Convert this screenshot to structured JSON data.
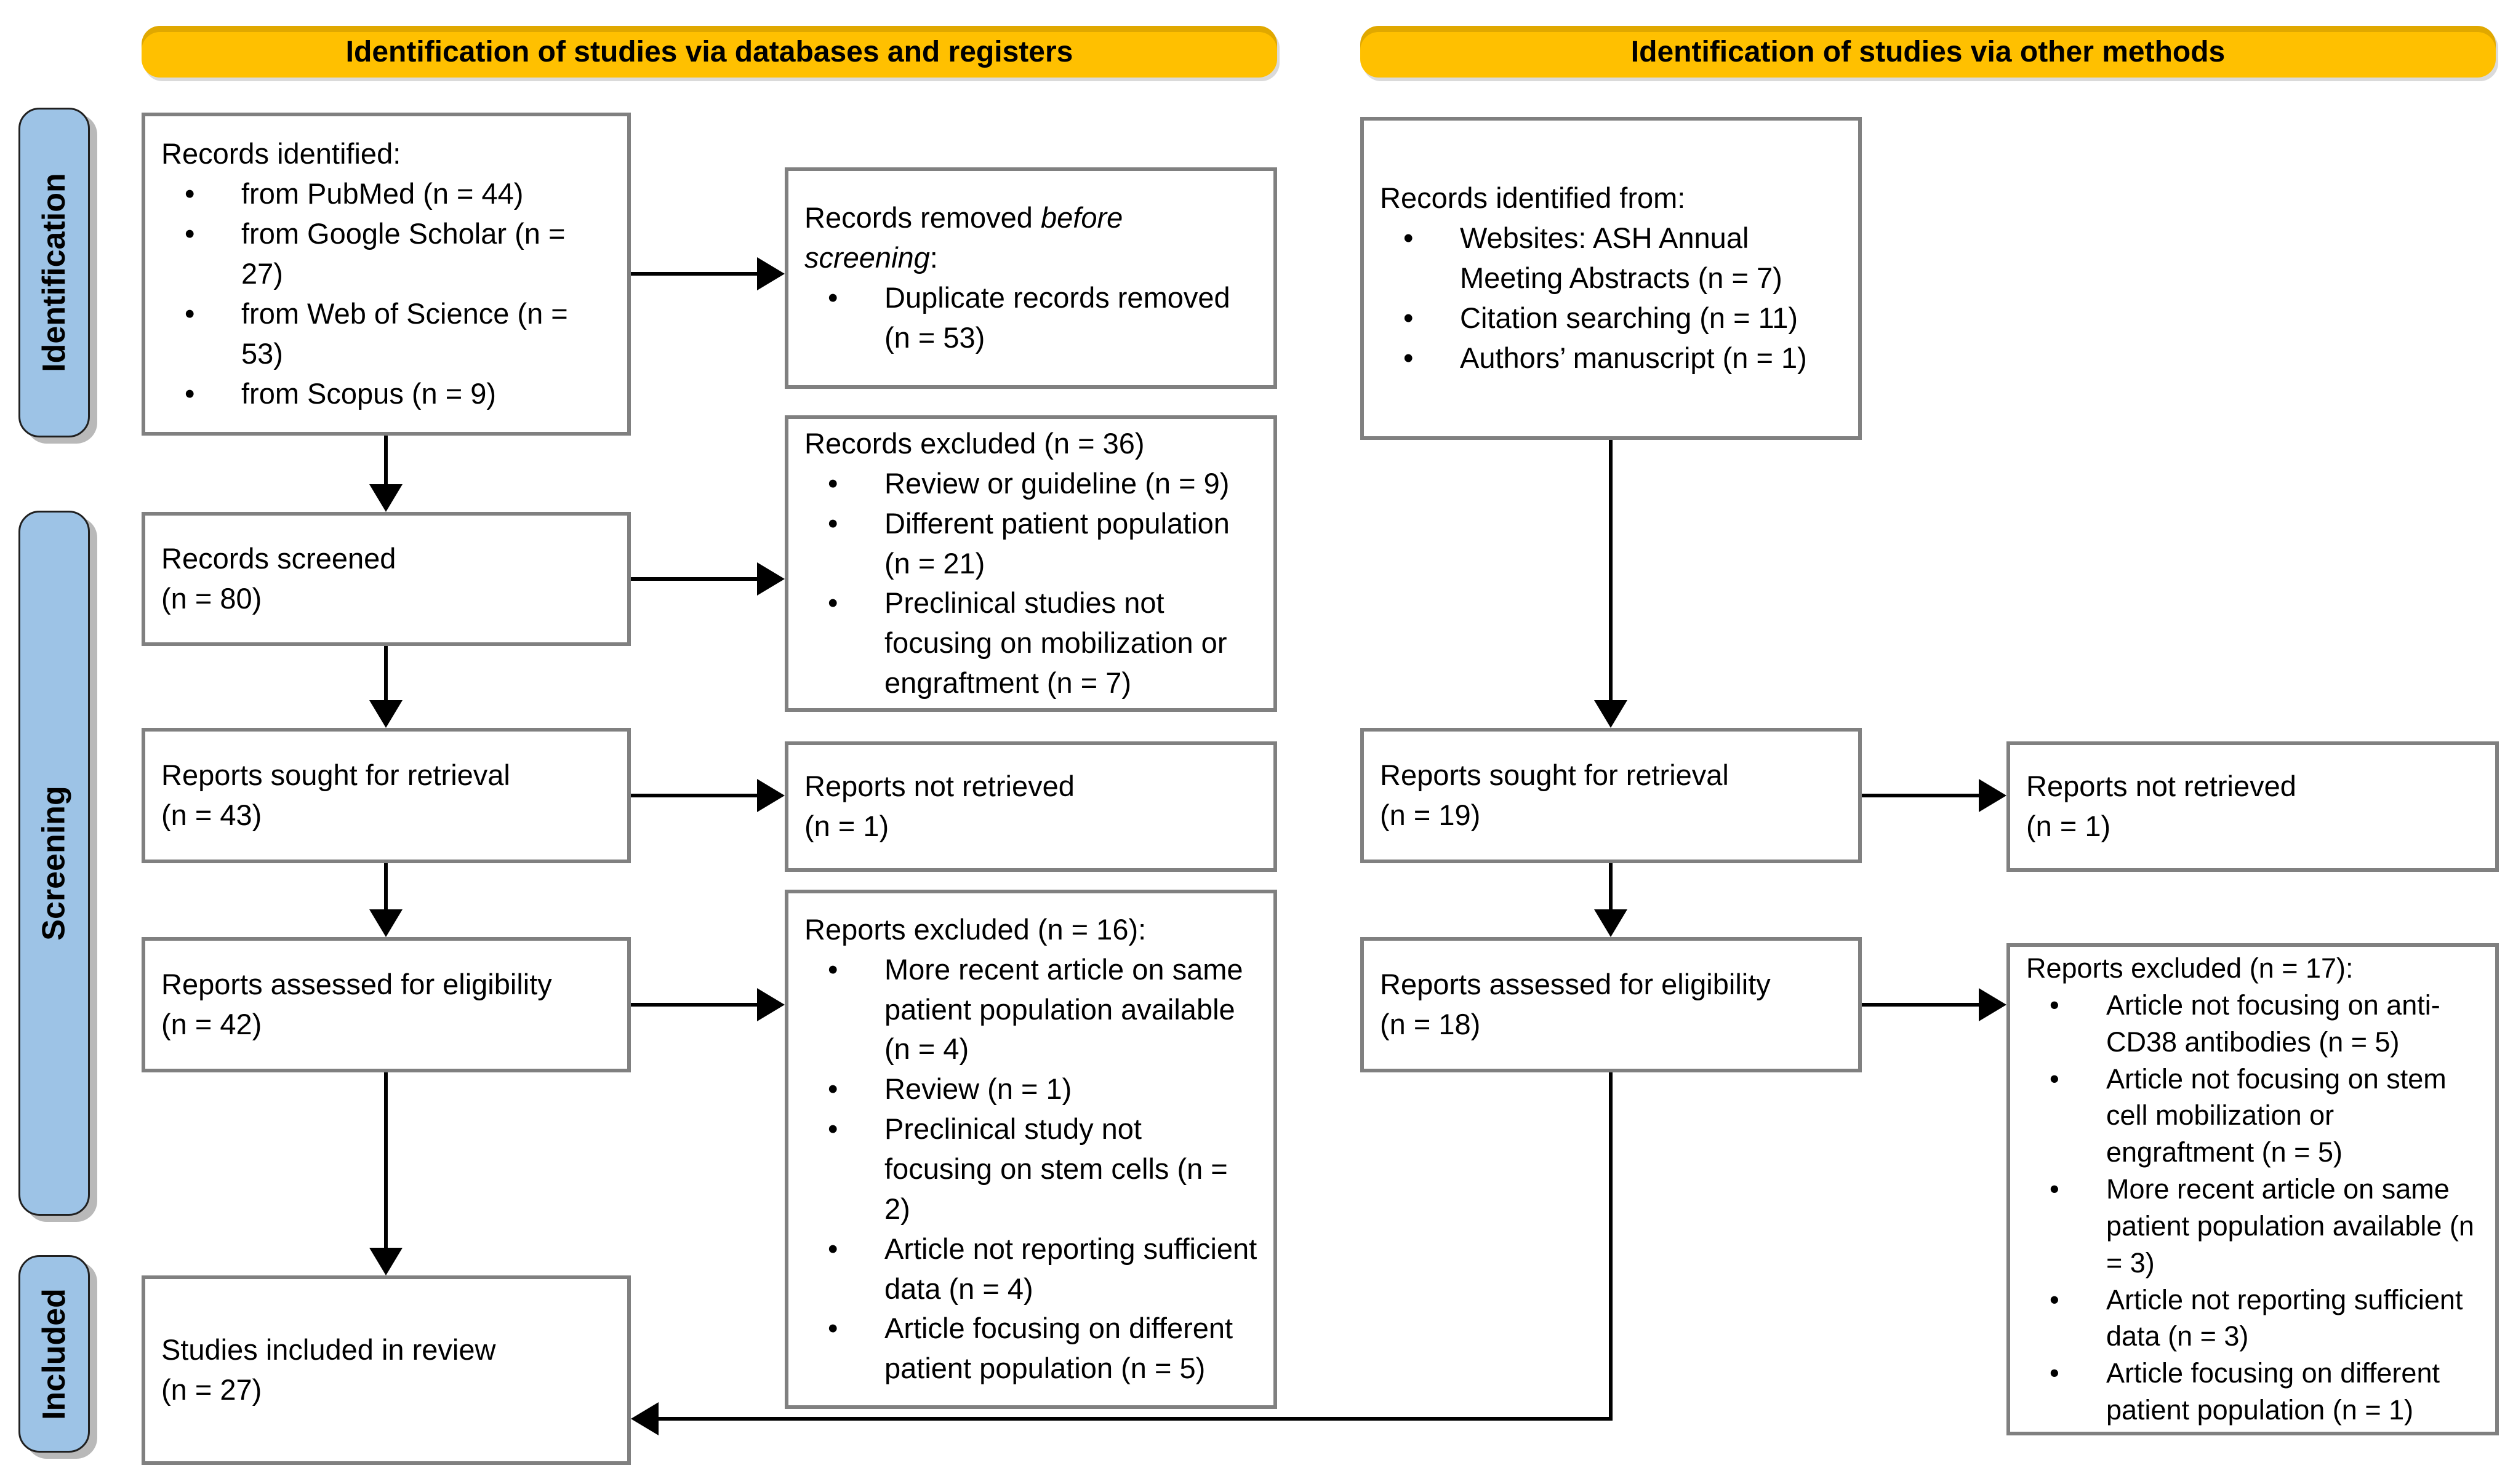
{
  "colors": {
    "header_bg": "#FFC000",
    "sidebar_bg": "#9DC3E6",
    "box_border": "#808080",
    "arrow": "#000000",
    "text": "#000000",
    "background": "#FFFFFF"
  },
  "headers": {
    "left": "Identification of studies via databases and registers",
    "right": "Identification of studies via other methods"
  },
  "sidebar": {
    "identification": "Identification",
    "screening": "Screening",
    "included": "Included"
  },
  "boxes": {
    "records_identified": {
      "title": "Records identified:",
      "bullets": [
        "from PubMed (n = 44)",
        "from Google Scholar (n = 27)",
        "from Web of Science (n = 53)",
        "from Scopus (n = 9)"
      ]
    },
    "records_removed": {
      "title_prefix": "Records removed ",
      "title_italic": "before screening",
      "title_suffix": ":",
      "bullets": [
        "Duplicate records removed (n = 53)"
      ]
    },
    "records_screened": {
      "line1": "Records screened",
      "line2": "(n = 80)"
    },
    "records_excluded": {
      "title": "Records excluded (n = 36)",
      "bullets": [
        "Review or guideline (n = 9)",
        "Different patient population (n = 21)",
        "Preclinical studies not focusing on mobilization or engraftment (n = 7)"
      ]
    },
    "reports_sought_db": {
      "line1": "Reports sought for retrieval",
      "line2": "(n = 43)"
    },
    "reports_not_retrieved_db": {
      "line1": "Reports not retrieved",
      "line2": "(n = 1)"
    },
    "reports_assessed_db": {
      "line1": "Reports assessed for eligibility",
      "line2": "(n = 42)"
    },
    "reports_excluded_db": {
      "title": "Reports excluded (n = 16):",
      "bullets": [
        "More recent article on same patient population available (n = 4)",
        "Review (n = 1)",
        "Preclinical study not focusing on stem cells (n = 2)",
        "Article not reporting sufficient data (n = 4)",
        "Article focusing on different patient population (n = 5)"
      ]
    },
    "studies_included": {
      "line1": "Studies included in review",
      "line2": "(n = 27)"
    },
    "records_identified_other": {
      "title": "Records identified from:",
      "bullets": [
        "Websites: ASH Annual Meeting Abstracts (n = 7)",
        "Citation searching (n = 11)",
        "Authors’ manuscript (n = 1)"
      ]
    },
    "reports_sought_other": {
      "line1": "Reports sought for retrieval",
      "line2": "(n = 19)"
    },
    "reports_not_retrieved_other": {
      "line1": "Reports not retrieved",
      "line2": "(n = 1)"
    },
    "reports_assessed_other": {
      "line1": "Reports assessed for eligibility",
      "line2": "(n = 18)"
    },
    "reports_excluded_other": {
      "title": "Reports excluded (n = 17):",
      "bullets": [
        "Article not focusing on anti-CD38 antibodies (n = 5)",
        "Article not focusing on stem cell mobilization or engraftment (n = 5)",
        "More recent article on same patient population available (n = 3)",
        "Article not reporting sufficient data (n = 3)",
        "Article focusing on different patient population (n = 1)"
      ]
    }
  }
}
